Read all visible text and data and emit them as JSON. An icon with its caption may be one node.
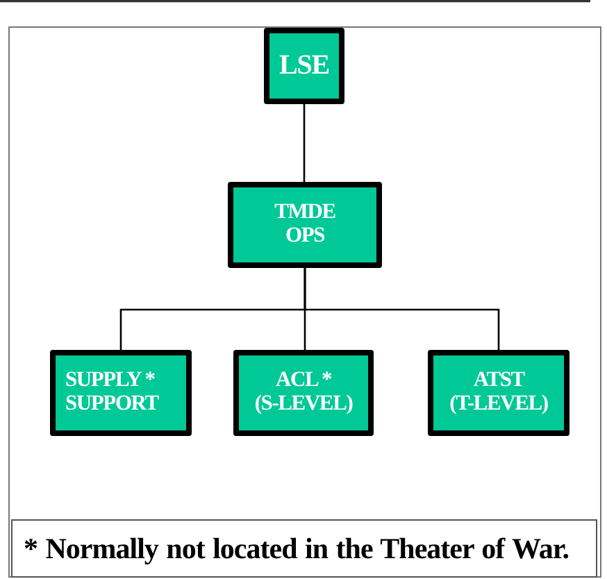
{
  "diagram": {
    "nodes": [
      {
        "text": [
          "LSE"
        ]
      },
      {
        "text": [
          "TMDE OPS"
        ]
      },
      {
        "text": [
          "SUPPLY * SUPPORT"
        ]
      },
      {
        "text": [
          "ACL * (S-LEVEL)"
        ]
      },
      {
        "text": [
          "ATST (T-LEVEL)"
        ]
      },
      {
        "text": [
          "* Normally not located in the Theater of War."
        ]
      }
    ],
    "edges": [
      {
        "from": 0,
        "to": 1,
        "arrow": "none"
      },
      {
        "from": 1,
        "to": 2,
        "arrow": "none"
      },
      {
        "from": 1,
        "to": 3,
        "arrow": "none"
      },
      {
        "from": 1,
        "to": 4,
        "arrow": "none"
      }
    ]
  }
}
